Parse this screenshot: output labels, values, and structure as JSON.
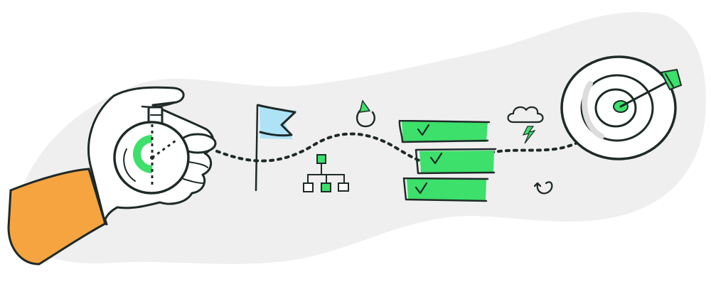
{
  "scene": {
    "kind": "hand-drawn workflow illustration",
    "elements": [
      "stopwatch-in-hand",
      "flag",
      "org-chart",
      "refresh-arrow",
      "checklist",
      "storm-cloud",
      "undo-arrow",
      "target-with-arrow"
    ],
    "checklist_items": 3
  },
  "colors": {
    "background_blob": "#efefef",
    "accent_green": "#3ce06a",
    "sleeve_orange": "#f6a440",
    "flag_blue": "#aee3f7",
    "ink": "#1f2a28",
    "hand_fill": "#ffffff"
  }
}
